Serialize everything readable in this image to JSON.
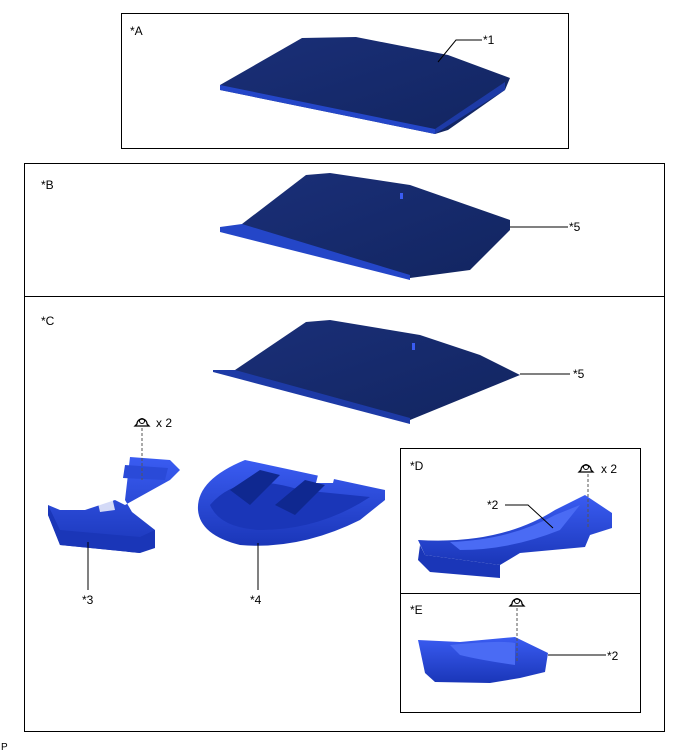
{
  "diagram": {
    "panels": [
      {
        "id": "A",
        "label": "*A"
      },
      {
        "id": "B",
        "label": "*B"
      },
      {
        "id": "C",
        "label": "*C"
      },
      {
        "id": "D",
        "label": "*D"
      },
      {
        "id": "E",
        "label": "*E"
      }
    ],
    "callouts": {
      "a_part": "*1",
      "b_part": "*5",
      "c_board": "*5",
      "c_left_box": "*3",
      "c_tray": "*4",
      "d_part": "*2",
      "e_part": "*2"
    },
    "clip_quantities": {
      "c_left_box": "x 2",
      "d_part": "x 2"
    },
    "footer_code": "P",
    "colors": {
      "board_dark": "#14296b",
      "board_edge": "#2446c8",
      "plastic_blue": "#1f3fd0",
      "plastic_light": "#3b5ef0",
      "plastic_dark": "#132a9a",
      "line": "#000000"
    }
  }
}
